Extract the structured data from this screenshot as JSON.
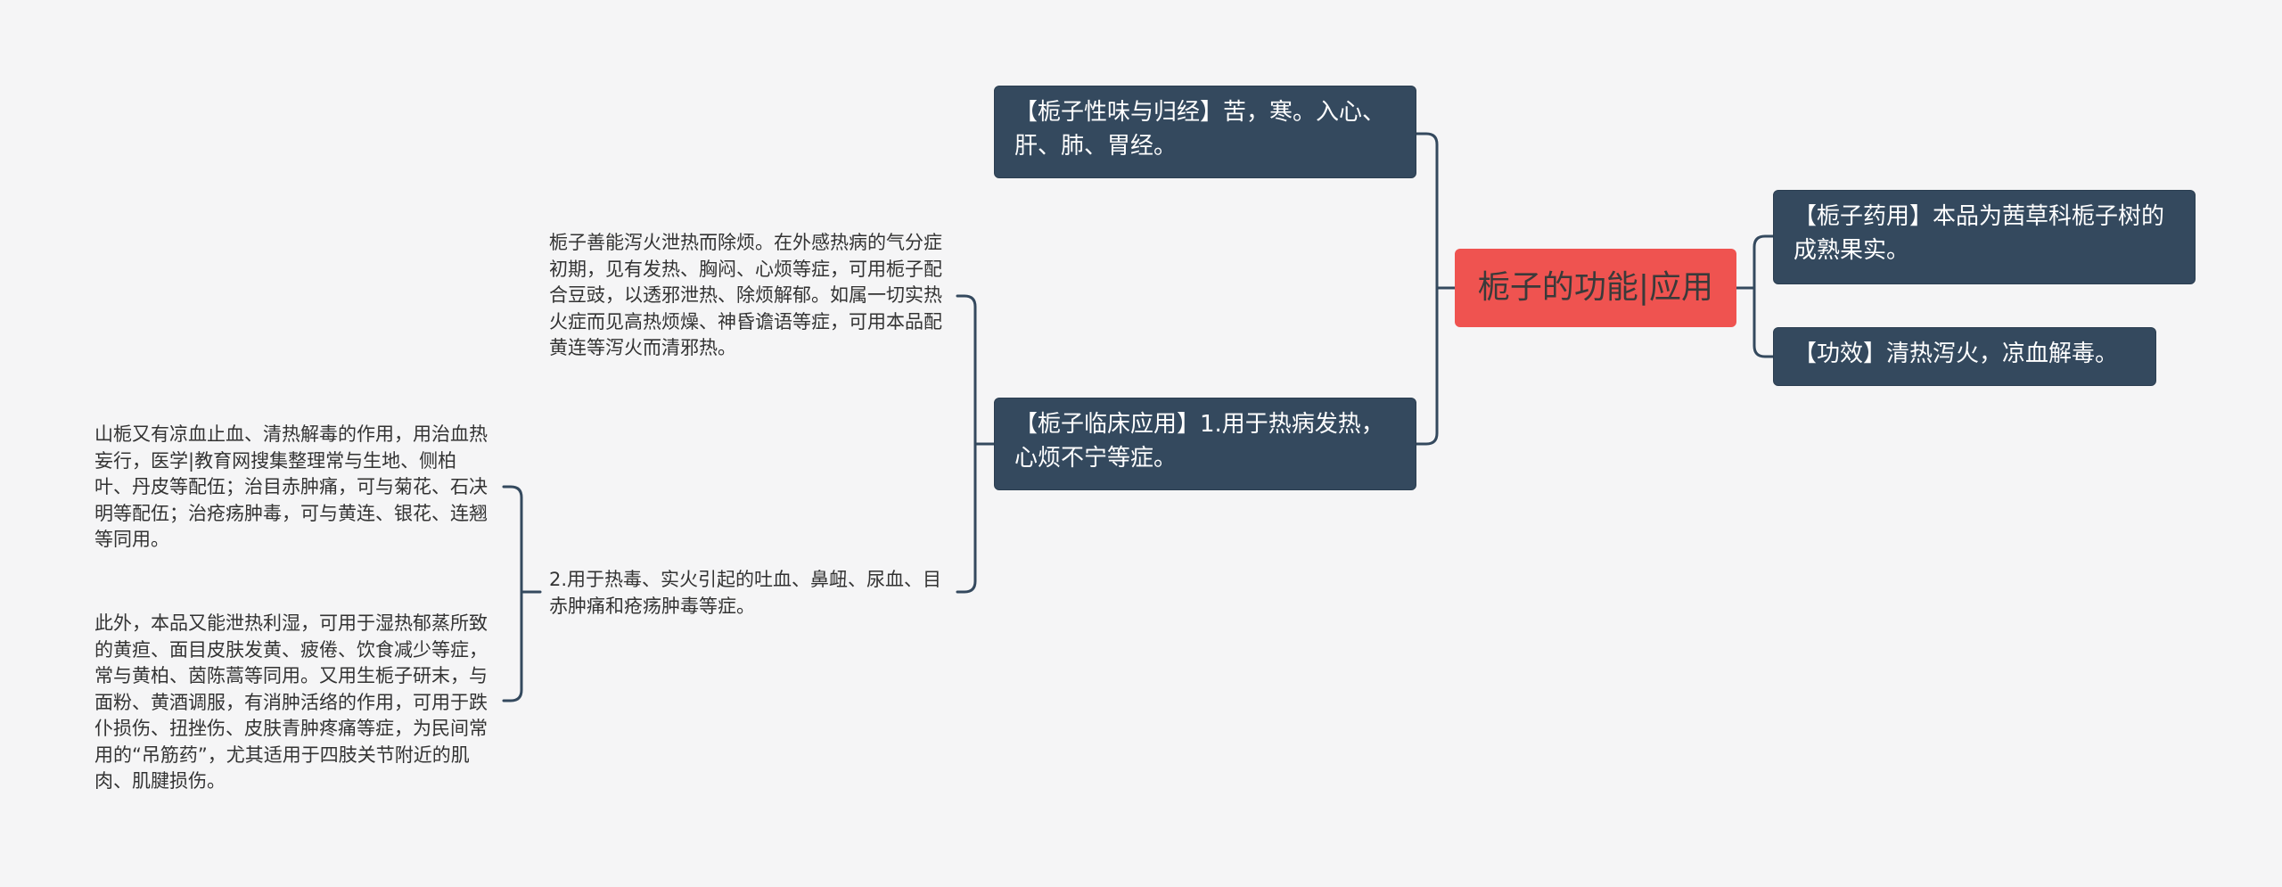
{
  "theme": {
    "background": "#f5f5f6",
    "root_color": "#ef5350",
    "box_color": "#34495e",
    "line_color": "#34495e"
  },
  "mindmap": {
    "root": "栀子的功能|应用",
    "right": [
      "【栀子药用】本品为茜草科栀子树的成熟果实。",
      "【功效】清热泻火，凉血解毒。"
    ],
    "left": {
      "nature": "【栀子性味与归经】苦，寒。入心、肝、肺、胃经。",
      "clinical": {
        "label": "【栀子临床应用】1.用于热病发热，心烦不宁等症。",
        "children": {
          "fever_note": "栀子善能泻火泄热而除烦。在外感热病的气分症初期，见有发热、胸闷、心烦等症，可用栀子配合豆豉，以透邪泄热、除烦解郁。如属一切实热火症而见高热烦燥、神昏谵语等症，可用本品配黄连等泻火而清邪热。",
          "bleeding": {
            "label": "2.用于热毒、实火引起的吐血、鼻衄、尿血、目赤肿痛和疮疡肿毒等症。",
            "children": [
              "山栀又有凉血止血、清热解毒的作用，用治血热妄行，医学|教育网搜集整理常与生地、侧柏叶、丹皮等配伍；治目赤肿痛，可与菊花、石决明等配伍；治疮疡肿毒，可与黄连、银花、连翘等同用。",
              "此外，本品又能泄热利湿，可用于湿热郁蒸所致的黄疸、面目皮肤发黄、疲倦、饮食减少等症，常与黄柏、茵陈蒿等同用。又用生栀子研末，与面粉、黄酒调服，有消肿活络的作用，可用于跌仆损伤、扭挫伤、皮肤青肿疼痛等症，为民间常用的“吊筋药”，尤其适用于四肢关节附近的肌肉、肌腱损伤。"
            ]
          }
        }
      }
    }
  }
}
